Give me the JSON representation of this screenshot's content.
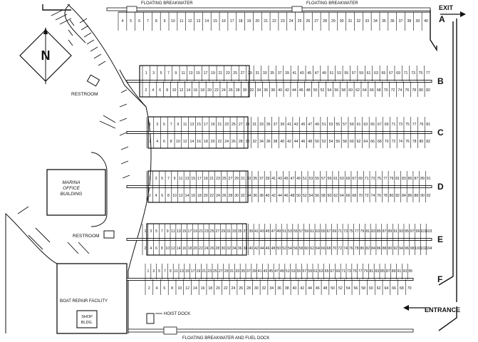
{
  "labels": {
    "floating_breakwater_left": "FLOATING BREAKWATER",
    "floating_breakwater_right": "FLOATING BREAKWATER",
    "exit": "EXIT",
    "entrance": "ENTRANCE",
    "restroom_upper": "RESTROOM",
    "restroom_lower": "RESTROOM",
    "office_line1": "MARINA",
    "office_line2": "OFFICE",
    "office_line3": "BUILDING",
    "boat_repair": "BOAT REPAIR FACILITY",
    "shop_line1": "SHOP",
    "shop_line2": "BLDG.",
    "hoist_dock": "HOIST DOCK",
    "fuel_dock": "FLOATING BREAKWATER AND FUEL DOCK",
    "north": "N"
  },
  "docks": [
    {
      "letter": "A",
      "top": [
        4,
        5,
        6,
        7,
        8,
        9,
        10,
        11,
        12,
        13,
        14,
        15,
        16,
        17,
        18,
        19,
        20,
        21,
        22,
        23,
        24,
        25,
        26,
        27,
        28,
        29,
        30,
        31,
        32,
        33,
        34,
        35,
        36,
        37,
        38,
        39,
        40
      ],
      "bottom": []
    },
    {
      "letter": "B",
      "top": [
        1,
        3,
        5,
        7,
        9,
        11,
        13,
        15,
        17,
        19,
        21,
        23,
        25,
        27,
        29,
        31,
        33,
        35,
        37,
        39,
        41,
        43,
        45,
        47,
        49,
        51,
        53,
        55,
        57,
        59,
        61,
        63,
        65,
        67,
        69,
        71,
        73,
        75,
        77
      ],
      "bottom": [
        2,
        4,
        6,
        8,
        10,
        12,
        14,
        16,
        18,
        20,
        22,
        24,
        26,
        28,
        30,
        32,
        34,
        36,
        38,
        40,
        42,
        44,
        46,
        48,
        50,
        52,
        54,
        56,
        58,
        60,
        62,
        64,
        66,
        68,
        70,
        72,
        74,
        76,
        78,
        80,
        82
      ]
    },
    {
      "letter": "C",
      "top": [
        1,
        3,
        5,
        7,
        9,
        11,
        13,
        15,
        17,
        19,
        21,
        23,
        25,
        27,
        29,
        31,
        33,
        35,
        37,
        39,
        41,
        43,
        45,
        47,
        49,
        51,
        53,
        55,
        57,
        59,
        61,
        63,
        65,
        67,
        69,
        71,
        73,
        75,
        77,
        79,
        81
      ],
      "bottom": [
        2,
        4,
        6,
        8,
        10,
        12,
        14,
        16,
        18,
        20,
        22,
        24,
        26,
        28,
        30,
        32,
        34,
        36,
        38,
        40,
        42,
        44,
        46,
        48,
        50,
        52,
        54,
        56,
        58,
        60,
        62,
        64,
        66,
        68,
        70,
        72,
        74,
        76,
        78,
        80,
        82
      ]
    },
    {
      "letter": "D",
      "top": [
        1,
        3,
        5,
        7,
        9,
        11,
        13,
        15,
        17,
        19,
        21,
        23,
        25,
        27,
        29,
        31,
        33,
        35,
        37,
        39,
        41,
        43,
        45,
        47,
        49,
        51,
        53,
        55,
        57,
        59,
        61,
        63,
        65,
        67,
        69,
        71,
        73,
        75,
        77,
        79,
        81,
        83,
        85,
        87,
        89,
        91
      ],
      "bottom": [
        2,
        4,
        6,
        8,
        10,
        12,
        14,
        16,
        18,
        20,
        22,
        24,
        26,
        28,
        30,
        32,
        34,
        36,
        38,
        40,
        42,
        44,
        46,
        48,
        50,
        52,
        54,
        56,
        58,
        60,
        62,
        64,
        66,
        68,
        70,
        72,
        74,
        76,
        78,
        80,
        82,
        84,
        86,
        88,
        90,
        92
      ]
    },
    {
      "letter": "E",
      "top": [
        1,
        3,
        5,
        7,
        9,
        11,
        13,
        15,
        17,
        19,
        21,
        23,
        25,
        27,
        29,
        31,
        33,
        35,
        37,
        39,
        41,
        43,
        45,
        47,
        49,
        51,
        53,
        55,
        57,
        59,
        61,
        63,
        65,
        67,
        69,
        71,
        73,
        75,
        77,
        79,
        81,
        83,
        85,
        87,
        89,
        91,
        93,
        95,
        97,
        99,
        101,
        103
      ],
      "bottom": [
        2,
        4,
        6,
        8,
        10,
        12,
        14,
        16,
        18,
        20,
        22,
        24,
        26,
        28,
        30,
        32,
        34,
        36,
        38,
        40,
        42,
        44,
        46,
        48,
        50,
        52,
        54,
        56,
        58,
        60,
        62,
        64,
        66,
        68,
        70,
        72,
        74,
        76,
        78,
        80,
        82,
        84,
        86,
        88,
        90,
        92,
        94,
        96,
        98,
        100,
        102,
        104
      ]
    },
    {
      "letter": "F",
      "top": [
        1,
        3,
        5,
        7,
        9,
        11,
        13,
        15,
        17,
        19,
        21,
        23,
        25,
        27,
        29,
        31,
        33,
        35,
        37,
        39,
        41,
        43,
        45,
        47,
        49,
        51,
        53,
        55,
        57,
        59,
        61,
        63,
        65,
        67,
        69,
        71,
        73,
        75,
        77,
        79,
        81,
        83,
        85,
        87,
        89,
        91,
        93,
        95
      ],
      "bottom": [
        2,
        4,
        6,
        8,
        10,
        12,
        14,
        16,
        18,
        20,
        22,
        24,
        26,
        28,
        30,
        32,
        34,
        36,
        38,
        40,
        42,
        44,
        46,
        48,
        50,
        52,
        54,
        56,
        58,
        60,
        62,
        64,
        66,
        68,
        70
      ]
    }
  ]
}
